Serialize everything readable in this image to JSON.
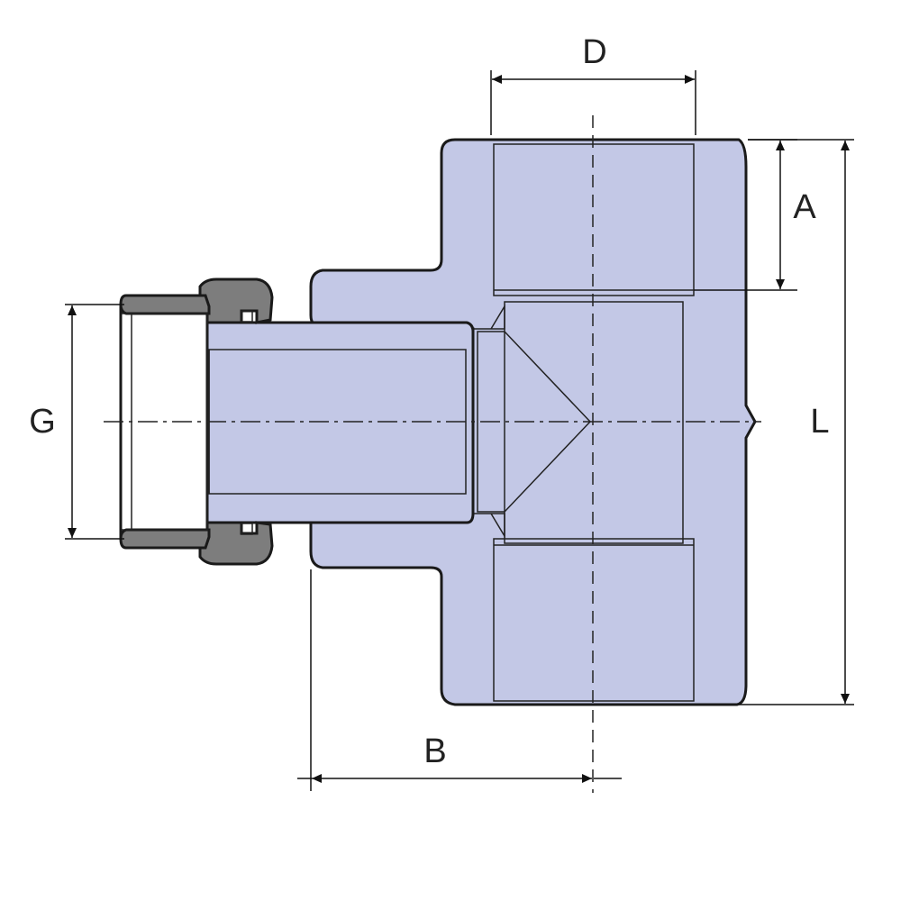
{
  "colors": {
    "body_fill": "#c3c8e6",
    "bore_fill": "#ffffff",
    "metal_fill": "#7d7d7d",
    "metal_dark": "#5c5c5c",
    "outline": "#1a1a1a",
    "dim_line": "#111111"
  },
  "labels": {
    "D": "D",
    "A": "A",
    "L": "L",
    "G": "G",
    "B": "B"
  }
}
